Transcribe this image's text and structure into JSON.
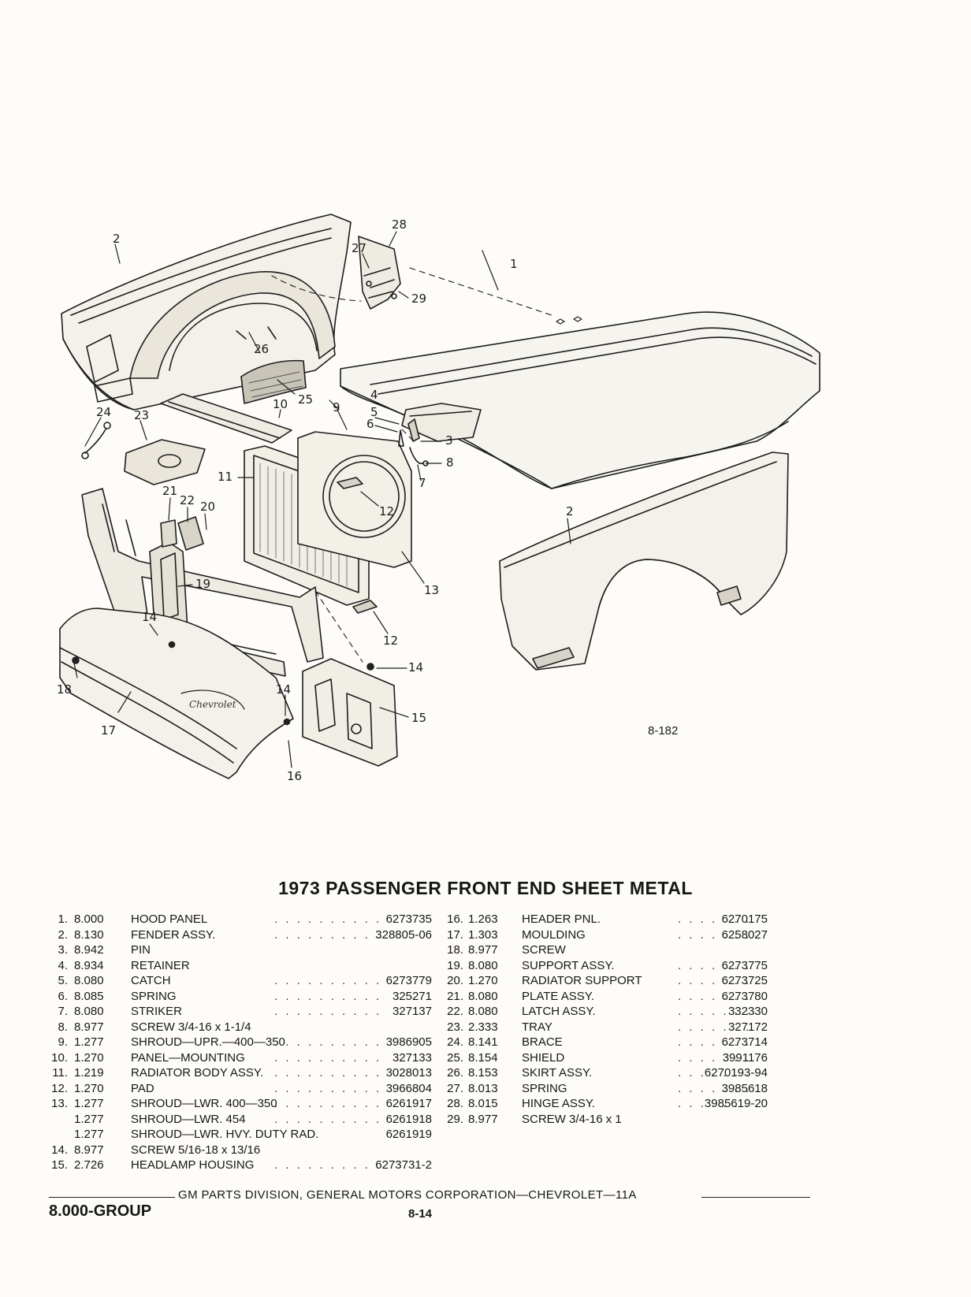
{
  "figure": {
    "figure_id": "8-182",
    "callouts": [
      "1",
      "2",
      "2",
      "3",
      "4",
      "5",
      "6",
      "7",
      "8",
      "9",
      "10",
      "11",
      "12",
      "12",
      "13",
      "14",
      "14",
      "14",
      "15",
      "16",
      "17",
      "18",
      "19",
      "20",
      "21",
      "22",
      "23",
      "24",
      "25",
      "26",
      "27",
      "28",
      "29"
    ]
  },
  "title": "1973 PASSENGER FRONT END SHEET METAL",
  "parts_left": [
    {
      "num": "1.",
      "group": "8.000",
      "desc": "HOOD PANEL",
      "dots": true,
      "part": "6273735"
    },
    {
      "num": "2.",
      "group": "8.130",
      "desc": "FENDER ASSY.",
      "dots": true,
      "part": "328805-06"
    },
    {
      "num": "3.",
      "group": "8.942",
      "desc": "PIN",
      "dots": false,
      "part": ""
    },
    {
      "num": "4.",
      "group": "8.934",
      "desc": "RETAINER",
      "dots": false,
      "part": ""
    },
    {
      "num": "5.",
      "group": "8.080",
      "desc": "CATCH",
      "dots": true,
      "part": "6273779"
    },
    {
      "num": "6.",
      "group": "8.085",
      "desc": "SPRING",
      "dots": true,
      "part": "325271"
    },
    {
      "num": "7.",
      "group": "8.080",
      "desc": "STRIKER",
      "dots": true,
      "part": "327137"
    },
    {
      "num": "8.",
      "group": "8.977",
      "desc": "SCREW 3/4-16 x 1-1/4",
      "dots": false,
      "part": ""
    },
    {
      "num": "9.",
      "group": "1.277",
      "desc": "SHROUD—UPR.—400—350",
      "dots": true,
      "part": "3986905"
    },
    {
      "num": "10.",
      "group": "1.270",
      "desc": "PANEL—MOUNTING",
      "dots": true,
      "part": "327133"
    },
    {
      "num": "11.",
      "group": "1.219",
      "desc": "RADIATOR BODY ASSY.",
      "dots": true,
      "part": "3028013"
    },
    {
      "num": "12.",
      "group": "1.270",
      "desc": "PAD",
      "dots": true,
      "part": "3966804"
    },
    {
      "num": "13.",
      "group": "1.277",
      "desc": "SHROUD—LWR. 400—350",
      "dots": true,
      "part": "6261917"
    },
    {
      "num": "",
      "group": "1.277",
      "desc": "SHROUD—LWR. 454",
      "dots": true,
      "part": "6261918"
    },
    {
      "num": "",
      "group": "1.277",
      "desc": "SHROUD—LWR. HVY. DUTY RAD.",
      "dots": false,
      "part": "6261919"
    },
    {
      "num": "14.",
      "group": "8.977",
      "desc": "SCREW 5/16-18 x 13/16",
      "dots": false,
      "part": ""
    },
    {
      "num": "15.",
      "group": "2.726",
      "desc": "HEADLAMP HOUSING",
      "dots": true,
      "part": "6273731-2"
    }
  ],
  "parts_right": [
    {
      "num": "16.",
      "group": "1.263",
      "desc": "HEADER PNL.",
      "dots": true,
      "part": "6270175"
    },
    {
      "num": "17.",
      "group": "1.303",
      "desc": "MOULDING",
      "dots": true,
      "part": "6258027"
    },
    {
      "num": "18.",
      "group": "8.977",
      "desc": "SCREW",
      "dots": false,
      "part": ""
    },
    {
      "num": "19.",
      "group": "8.080",
      "desc": "SUPPORT ASSY.",
      "dots": true,
      "part": "6273775"
    },
    {
      "num": "20.",
      "group": "1.270",
      "desc": "RADIATOR SUPPORT",
      "dots": true,
      "part": "6273725"
    },
    {
      "num": "21.",
      "group": "8.080",
      "desc": "PLATE ASSY.",
      "dots": true,
      "part": "6273780"
    },
    {
      "num": "22.",
      "group": "8.080",
      "desc": "LATCH ASSY.",
      "dots": true,
      "part": "332330"
    },
    {
      "num": "23.",
      "group": "2.333",
      "desc": "TRAY",
      "dots": true,
      "part": "327172"
    },
    {
      "num": "24.",
      "group": "8.141",
      "desc": "BRACE",
      "dots": true,
      "part": "6273714"
    },
    {
      "num": "25.",
      "group": "8.154",
      "desc": "SHIELD",
      "dots": true,
      "part": "3991176"
    },
    {
      "num": "26.",
      "group": "8.153",
      "desc": "SKIRT ASSY.",
      "dots": true,
      "part": "6270193-94"
    },
    {
      "num": "27.",
      "group": "8.013",
      "desc": "SPRING",
      "dots": true,
      "part": "3985618"
    },
    {
      "num": "28.",
      "group": "8.015",
      "desc": "HINGE ASSY.",
      "dots": true,
      "part": "3985619-20"
    },
    {
      "num": "29.",
      "group": "8.977",
      "desc": "SCREW 3/4-16 x 1",
      "dots": false,
      "part": ""
    }
  ],
  "footer": {
    "division": "GM PARTS DIVISION, GENERAL MOTORS CORPORATION—CHEVROLET—11A",
    "group": "8.000-GROUP",
    "page": "8-14"
  }
}
